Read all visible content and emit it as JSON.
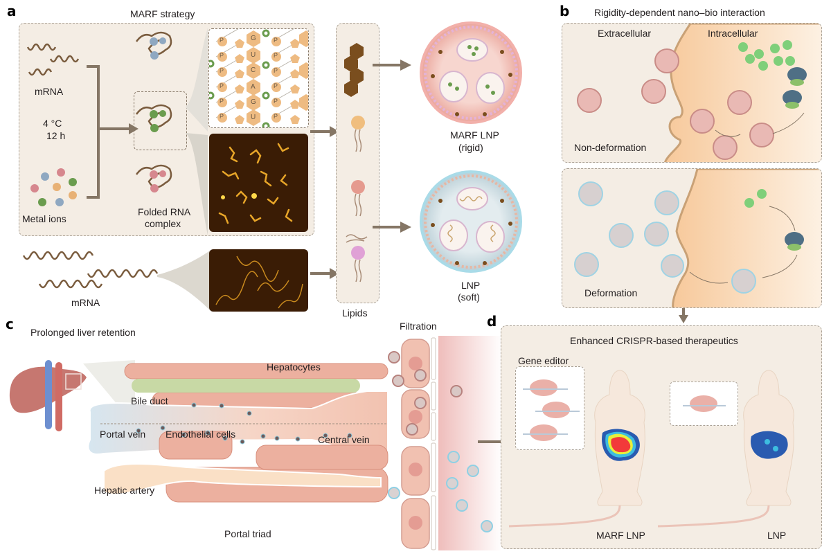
{
  "panels": {
    "a": {
      "letter": "a",
      "title": "MARF strategy",
      "mrna_label": "mRNA",
      "condition_temp": "4 °C",
      "condition_time": "12 h",
      "metal_ions_label": "Metal ions",
      "folded_label_line1": "Folded RNA",
      "folded_label_line2": "complex",
      "nucleotide_grid": {
        "phosphate_symbol": "P",
        "bases": [
          "G",
          "U",
          "C",
          "A",
          "G",
          "U"
        ]
      },
      "bottom_mrna_label": "mRNA",
      "lipids_label": "Lipids",
      "marf_lnp_line1": "MARF LNP",
      "marf_lnp_line2": "(rigid)",
      "lnp_line1": "LNP",
      "lnp_line2": "(soft)"
    },
    "b": {
      "letter": "b",
      "title": "Rigidity-dependent nano–bio interaction",
      "extracellular_label": "Extracellular",
      "intracellular_label": "Intracellular",
      "non_deformation_label": "Non-deformation",
      "deformation_label": "Deformation"
    },
    "c": {
      "letter": "c",
      "title": "Prolonged liver retention",
      "hepatocytes_label": "Hepatocytes",
      "bile_duct_label": "Bile duct",
      "portal_vein_label": "Portal vein",
      "endothelial_label": "Endothelial cells",
      "central_vein_label": "Central vein",
      "hepatic_artery_label": "Hepatic artery",
      "portal_triad_label": "Portal triad",
      "filtration_label": "Filtration"
    },
    "d": {
      "letter": "d",
      "title": "Enhanced CRISPR-based therapeutics",
      "gene_editor_label": "Gene editor",
      "marf_lnp_label": "MARF LNP",
      "lnp_label": "LNP"
    }
  },
  "colors": {
    "panel_bg": "#f4ede4",
    "rna_brown": "#7a5c3e",
    "arrow": "#857665",
    "marf_pink": "#f2c3bd",
    "lnp_blue": "#d5e4ea",
    "cell_orange": "#f8d2ad",
    "hepatocyte": "#e9a797",
    "ion_green": "#6a9c4e",
    "ion_blue": "#8fa8c1",
    "ion_red": "#d6878e",
    "ion_orange": "#e8b175",
    "heat_red": "#f23a3a",
    "heat_blue": "#2a5bb0"
  }
}
